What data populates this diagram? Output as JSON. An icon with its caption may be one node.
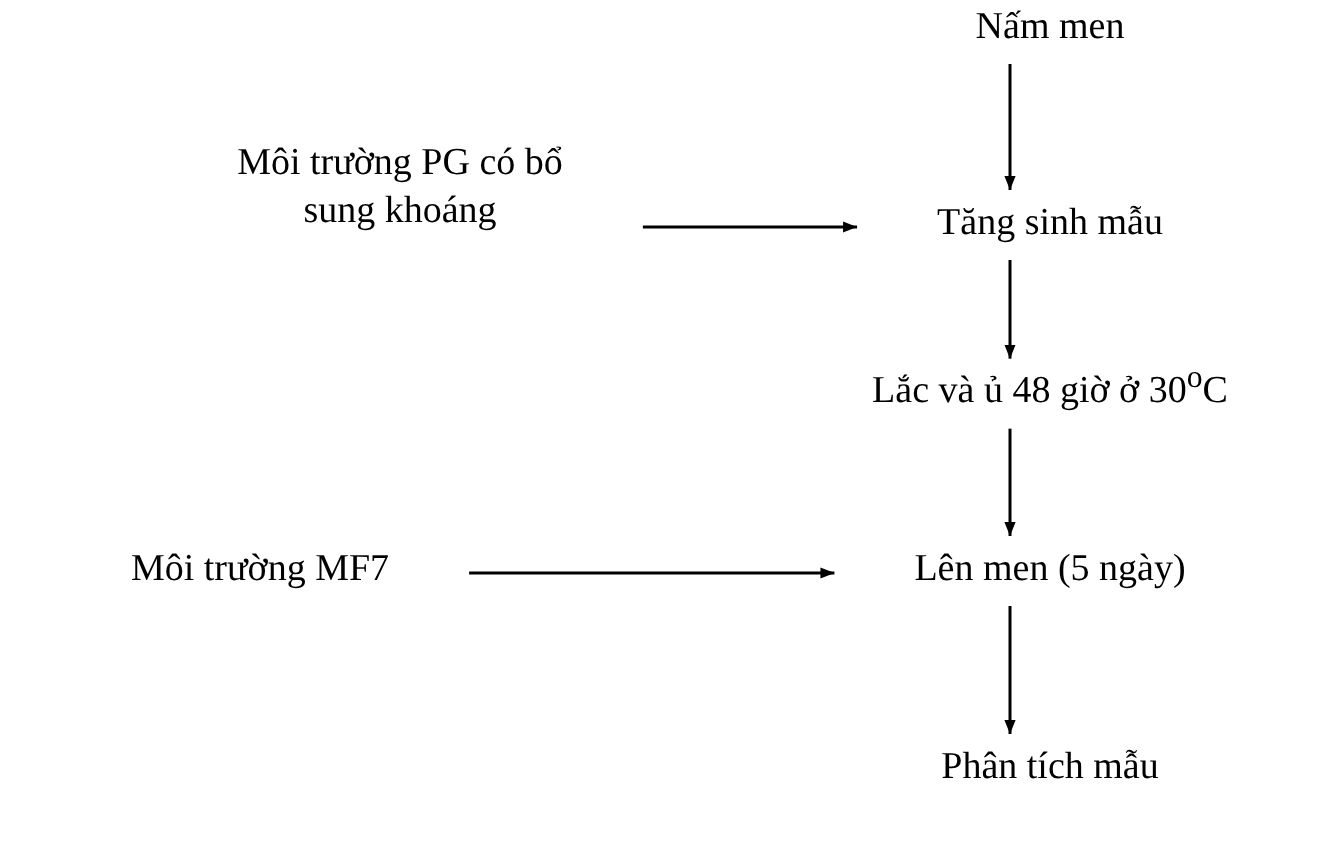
{
  "diagram": {
    "nodes": [
      {
        "text": [
          "Nấm men"
        ]
      },
      {
        "text": [
          "Môi trường PG có bổ sung khoáng"
        ]
      },
      {
        "text": [
          "Tăng sinh mẫu"
        ]
      },
      {
        "text": [
          "Lắc và ủ 48 giờ ở 30$^{o}$C"
        ]
      },
      {
        "text": [
          "Môi trường MF7"
        ]
      },
      {
        "text": [
          "Lên men (5 ngày)"
        ]
      },
      {
        "text": [
          "Phân tích mẫu"
        ]
      }
    ],
    "edges": [
      {
        "from": 0,
        "to": 2,
        "arrow": "to"
      },
      {
        "from": 1,
        "to": 2,
        "arrow": "to"
      },
      {
        "from": 2,
        "to": 3,
        "arrow": "to"
      },
      {
        "from": 3,
        "to": 5,
        "arrow": "to"
      },
      {
        "from": 4,
        "to": 5,
        "arrow": "to"
      },
      {
        "from": 5,
        "to": 6,
        "arrow": "to"
      }
    ]
  }
}
